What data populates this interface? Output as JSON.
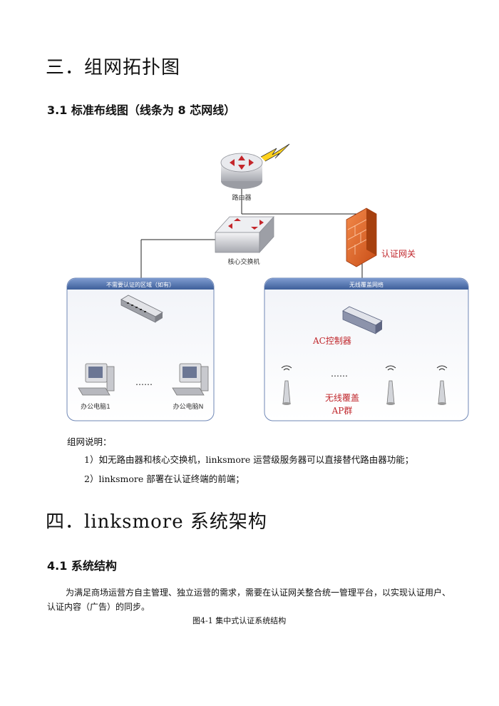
{
  "section3": {
    "heading": "三．组网拓扑图",
    "sub_heading": "3.1 标准布线图（线条为 8 芯网线）"
  },
  "diagram": {
    "router_label": "路由器",
    "core_switch_label": "核心交换机",
    "auth_gateway_label": "认证网关",
    "left_zone_title": "不需要认证的区域（如有）",
    "right_zone_title": "无线覆盖网络",
    "pc1_label": "办公电脑1",
    "pcn_label": "办公电脑N",
    "pc_dots": "……",
    "ac_label": "AC控制器",
    "ap_dots": "……",
    "ap_group_line1": "无线覆盖",
    "ap_group_line2": "AP群"
  },
  "notes": {
    "title": "组网说明：",
    "item1": "1）如无路由器和核心交换机，linksmore 运营级服务器可以直接替代路由器功能；",
    "item2": "2）linksmore 部署在认证终端的前端；"
  },
  "section4": {
    "heading": "四．linksmore 系统架构",
    "sub_heading": "4.1 系统结构",
    "paragraph_line1": "为满足商场运营方自主管理、独立运营的需求，需要在认证网关整合统一管理平台，以实现认证用户、",
    "paragraph_line2": "认证内容（广告）的同步。",
    "figure_caption": "图4-1  集中式认证系统结构"
  },
  "colors": {
    "zone_header": "#5a7cb4",
    "accent_red": "#c0262b",
    "firewall": "#e2672c"
  }
}
